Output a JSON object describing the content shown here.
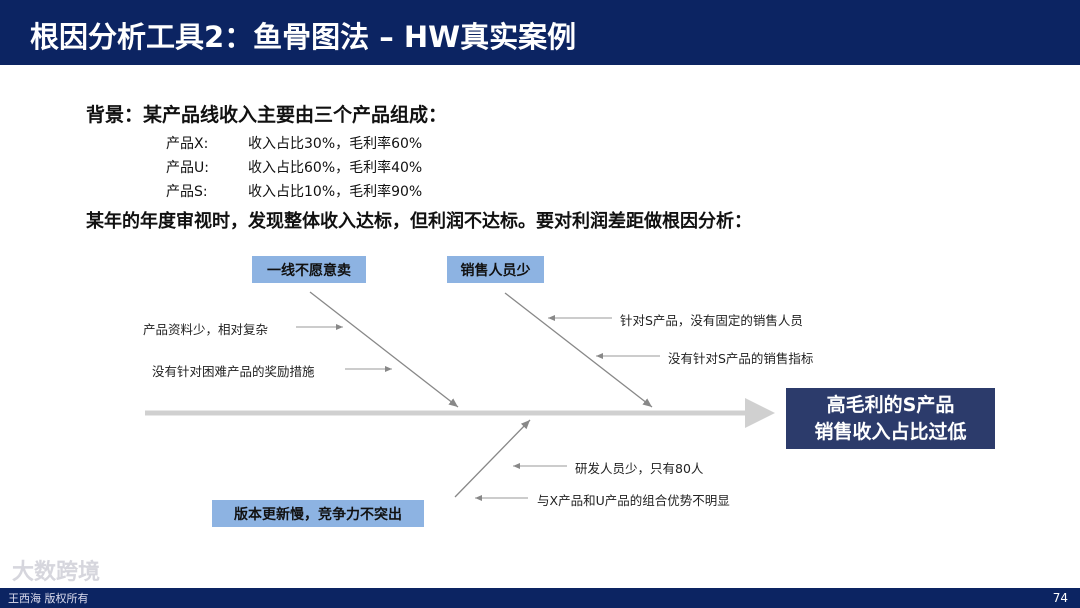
{
  "header": {
    "title": "根因分析工具2：鱼骨图法 – HW真实案例"
  },
  "background": {
    "heading": "背景：某产品线收入主要由三个产品组成：",
    "products": [
      {
        "name": "产品X:",
        "detail": "收入占比30%，毛利率60%"
      },
      {
        "name": "产品U:",
        "detail": "收入占比60%，毛利率40%"
      },
      {
        "name": "产品S:",
        "detail": "收入占比10%，毛利率90%"
      }
    ],
    "problem": "某年的年度审视时，发现整体收入达标，但利润不达标。要对利润差距做根因分析："
  },
  "fishbone": {
    "effect": [
      "高毛利的S产品",
      "销售收入占比过低"
    ],
    "categories": [
      {
        "label": "一线不愿意卖",
        "causes": [
          "产品资料少，相对复杂",
          "没有针对困难产品的奖励措施"
        ]
      },
      {
        "label": "销售人员少",
        "causes": [
          "针对S产品，没有固定的销售人员",
          "没有针对S产品的销售指标"
        ]
      },
      {
        "label": "版本更新慢，竞争力不突出",
        "causes": [
          "研发人员少，只有80人",
          "与X产品和U产品的组合优势不明显"
        ]
      }
    ],
    "colors": {
      "category_box": "#8db3e2",
      "effect_box": "#2c3b6b",
      "spine": "#d0d0d0"
    }
  },
  "footer": {
    "page": "74",
    "copyright": "王西海 版权所有",
    "watermark": "大数跨境"
  }
}
